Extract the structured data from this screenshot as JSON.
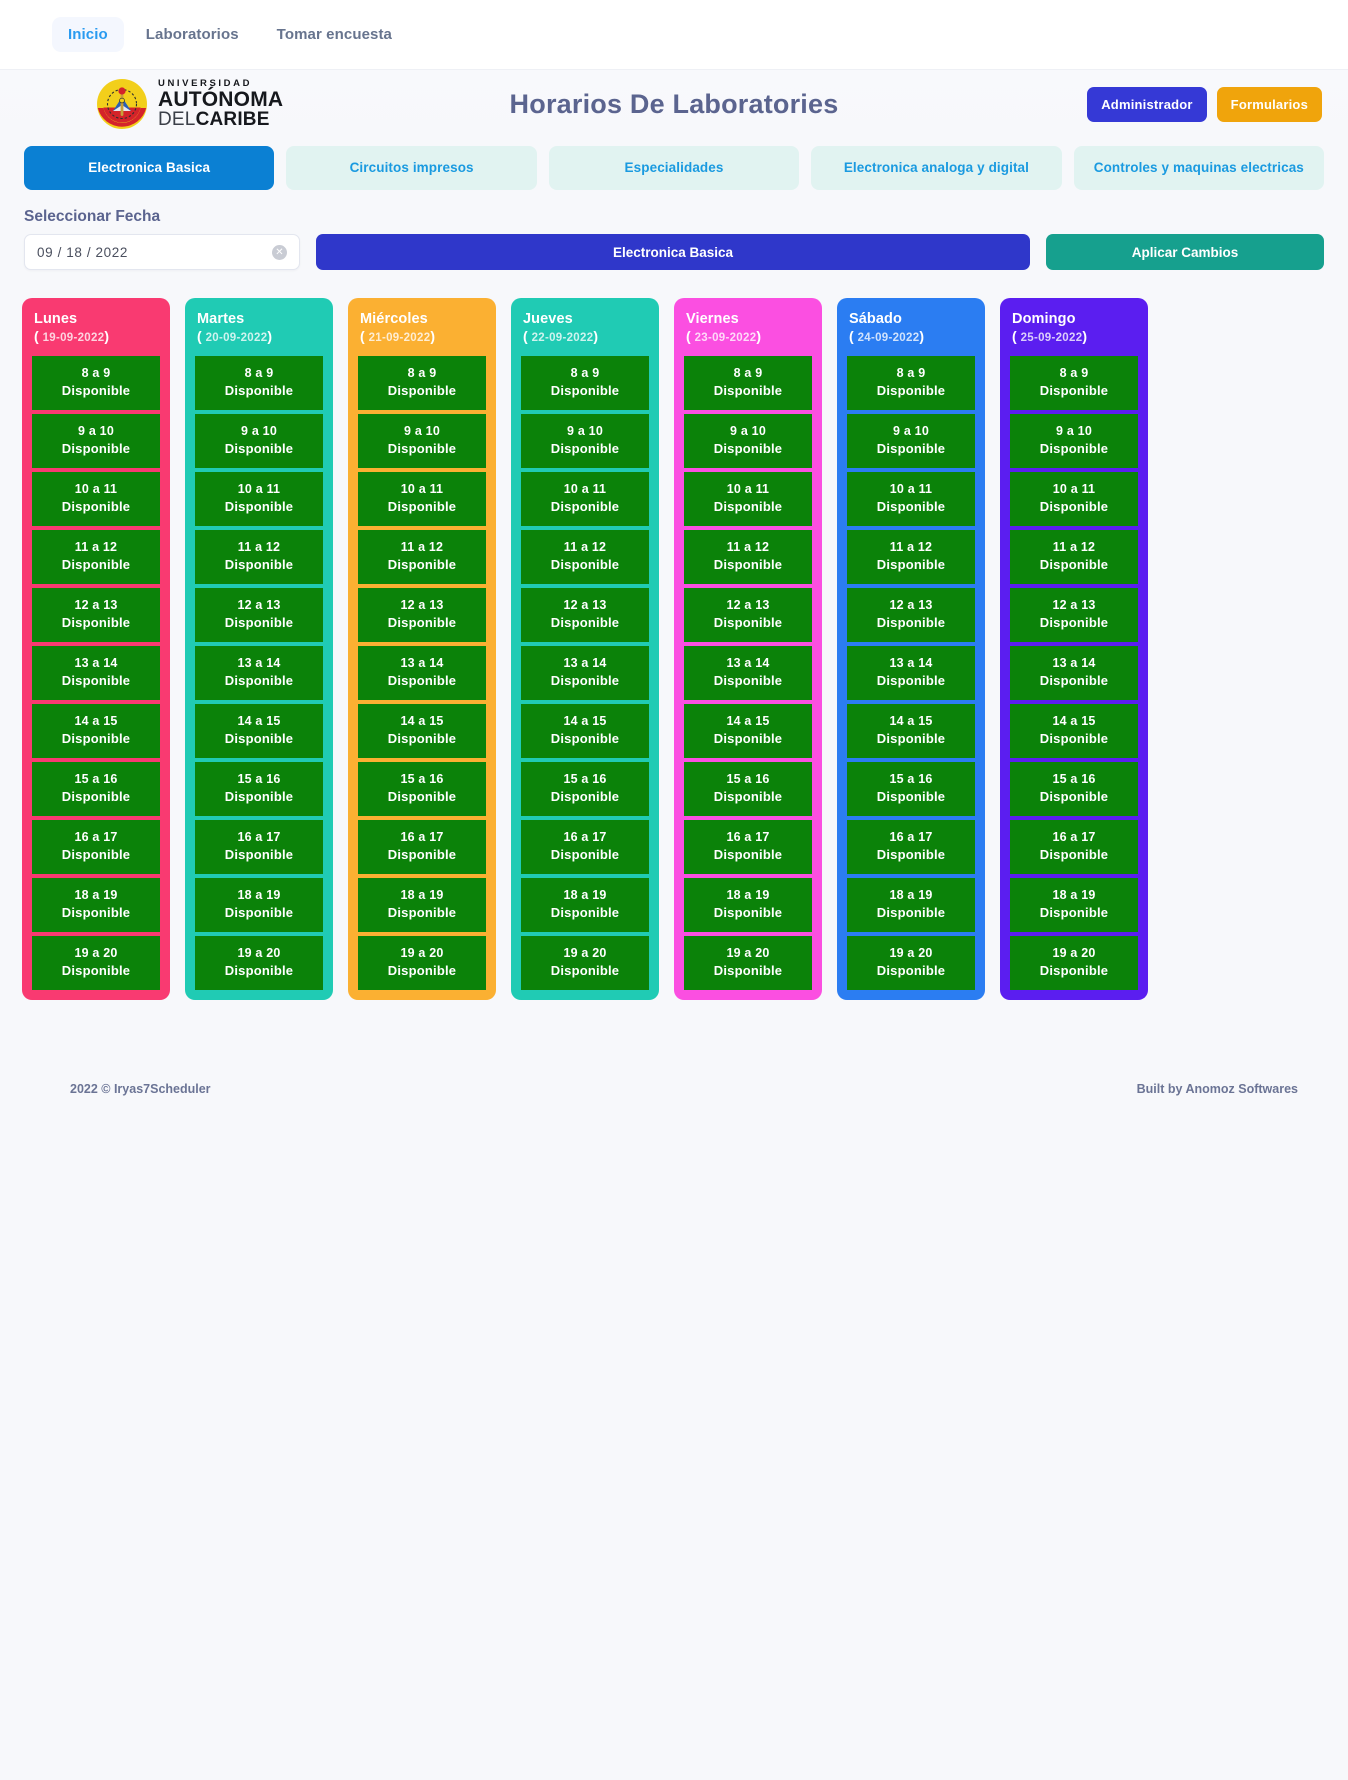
{
  "nav": {
    "items": [
      {
        "label": "Inicio",
        "active": true
      },
      {
        "label": "Laboratorios",
        "active": false
      },
      {
        "label": "Tomar encuesta",
        "active": false
      }
    ]
  },
  "brand": {
    "line1": "UNIVERSIDAD",
    "line2": "AUTÓNOMA",
    "line3_light": "DEL",
    "line3_bold": "CARIBE",
    "seal_icon": "university-seal-icon"
  },
  "header": {
    "title": "Horarios De Laboratories",
    "admin_label": "Administrador",
    "forms_label": "Formularios",
    "admin_color": "#3539d6",
    "forms_color": "#f0a40c"
  },
  "lab_tabs": [
    {
      "label": "Electronica Basica",
      "active": true
    },
    {
      "label": "Circuitos impresos",
      "active": false
    },
    {
      "label": "Especialidades",
      "active": false
    },
    {
      "label": "Electronica analoga y digital",
      "active": false
    },
    {
      "label": "Controles y maquinas electricas",
      "active": false
    }
  ],
  "controls": {
    "fecha_label": "Seleccionar Fecha",
    "date_value": "09 / 18 / 2022",
    "date_placeholder": "mm / dd / yyyy",
    "clear_icon": "clear-circle-icon",
    "selected_lab_label": "Electronica Basica",
    "apply_label": "Aplicar Cambios",
    "selected_lab_color": "#2f37ca",
    "apply_color": "#16a08e"
  },
  "slot_status": "Disponible",
  "slot_color": "#0b8209",
  "time_slots": [
    "8 a 9",
    "9 a 10",
    "10 a 11",
    "11 a 12",
    "12 a 13",
    "13 a 14",
    "14 a 15",
    "15 a 16",
    "16 a 17",
    "18 a 19",
    "19 a 20"
  ],
  "days": [
    {
      "name": "Lunes",
      "date": "19-09-2022",
      "color": "#f93a71"
    },
    {
      "name": "Martes",
      "date": "20-09-2022",
      "color": "#20cbb4"
    },
    {
      "name": "Miércoles",
      "date": "21-09-2022",
      "color": "#fbb032"
    },
    {
      "name": "Jueves",
      "date": "22-09-2022",
      "color": "#20cbb4"
    },
    {
      "name": "Viernes",
      "date": "23-09-2022",
      "color": "#fb4fe1"
    },
    {
      "name": "Sábado",
      "date": "24-09-2022",
      "color": "#2b7df2"
    },
    {
      "name": "Domingo",
      "date": "25-09-2022",
      "color": "#5b1ef0"
    }
  ],
  "footer": {
    "left": "2022  © Iryas7Scheduler",
    "right": "Built by Anomoz Softwares"
  }
}
